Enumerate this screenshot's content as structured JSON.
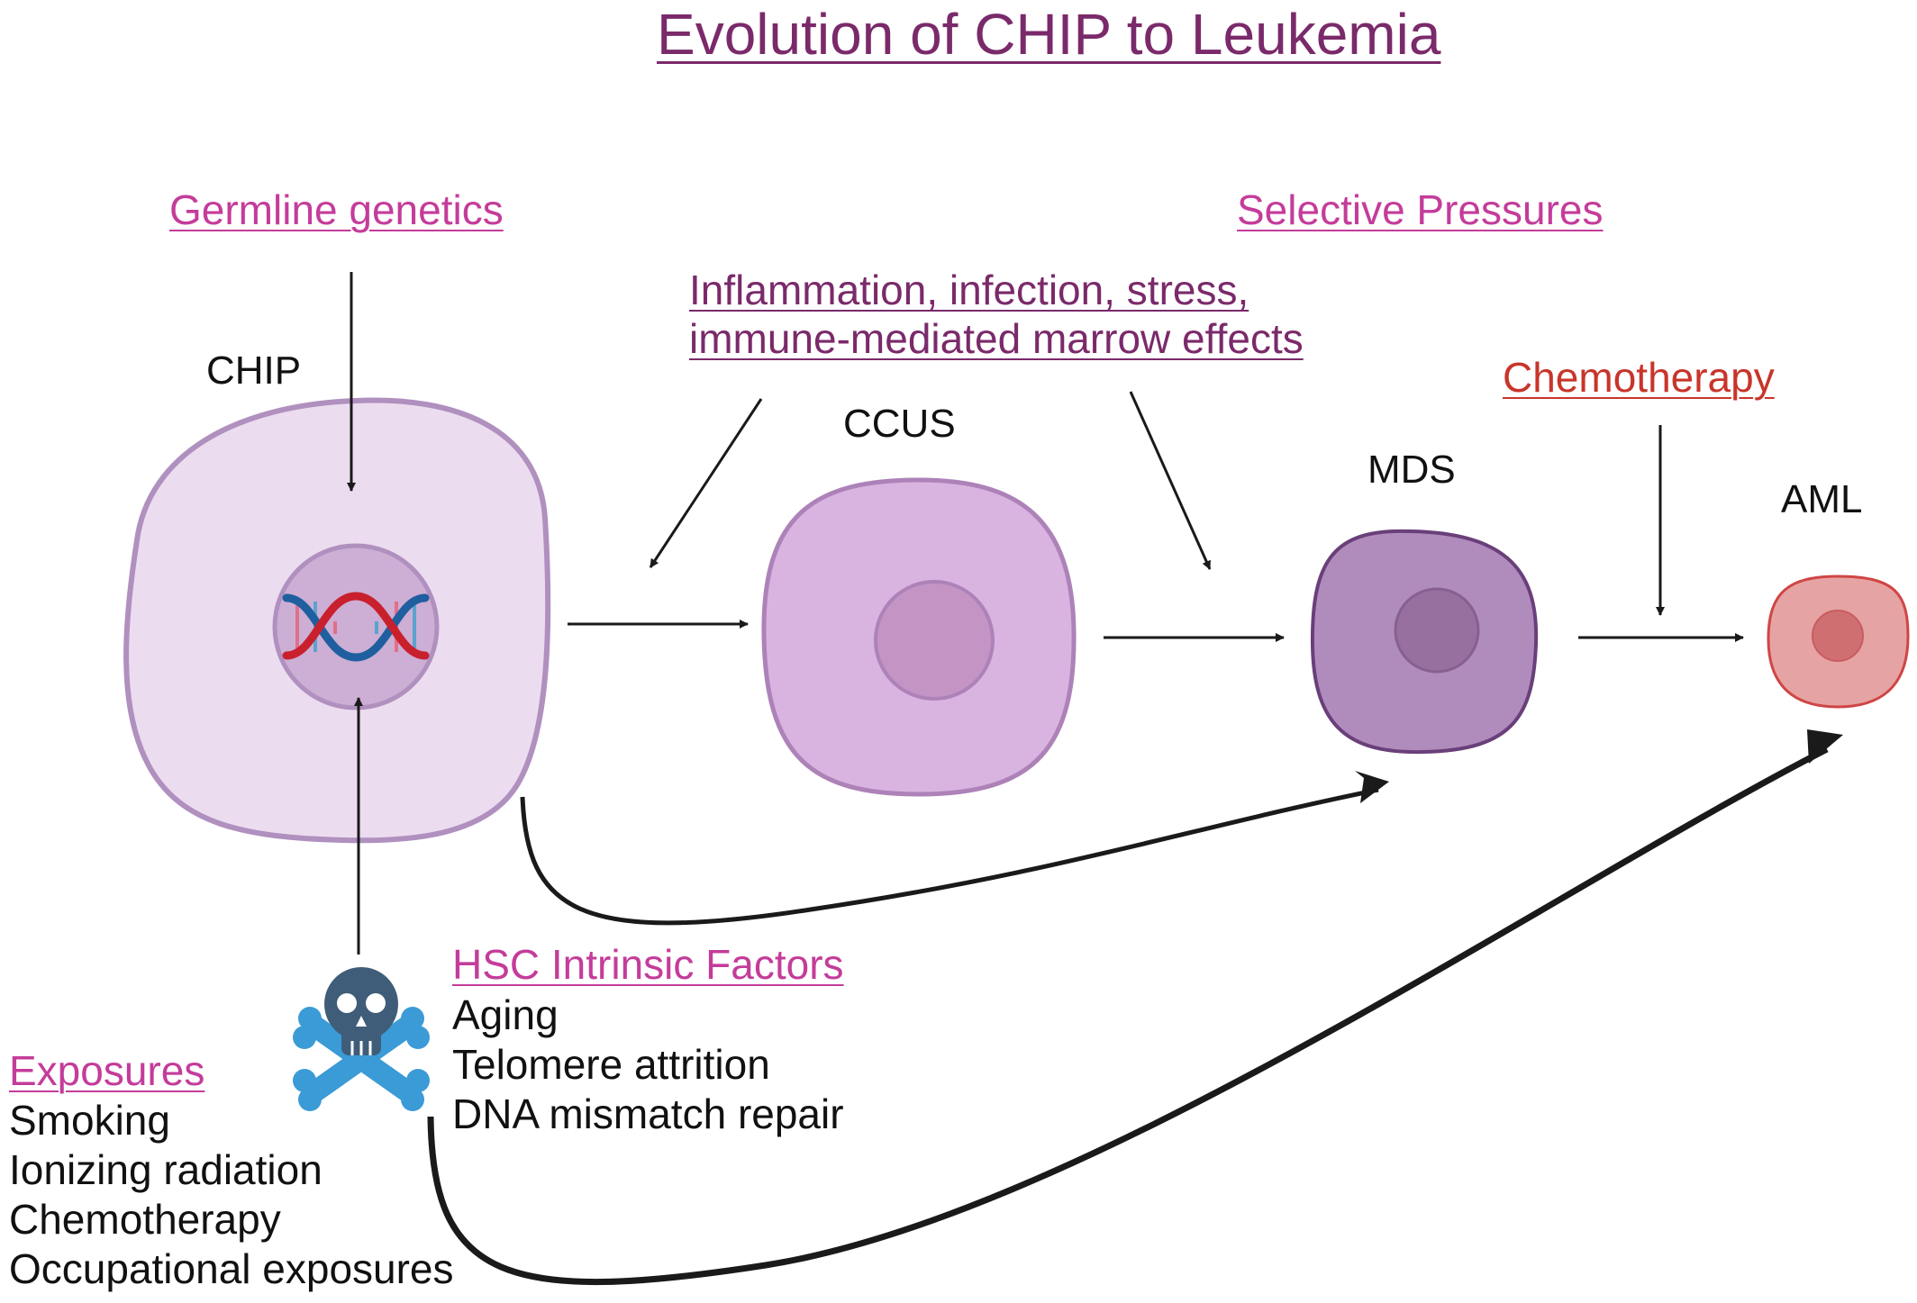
{
  "title": "Evolution of CHIP to Leukemia",
  "influences": {
    "germline": "Germline genetics",
    "selective": "Selective Pressures",
    "inflammation_line1": "Inflammation, infection, stress,",
    "inflammation_line2": "immune-mediated marrow effects",
    "chemotherapy": "Chemotherapy"
  },
  "stages": {
    "chip": "CHIP",
    "ccus": "CCUS",
    "mds": "MDS",
    "aml": "AML"
  },
  "hsc_intrinsic": {
    "heading": "HSC Intrinsic Factors",
    "items": [
      "Aging",
      "Telomere attrition",
      "DNA mismatch repair"
    ]
  },
  "exposures": {
    "heading": "Exposures",
    "items": [
      "Smoking",
      "Ionizing radiation",
      "Chemotherapy",
      "Occupational exposures"
    ]
  },
  "colors": {
    "title": "#7a2a6a",
    "pink_heading": "#c43c9a",
    "chemo_heading": "#c8352a",
    "chip_cell": "#ecdcef",
    "ccus_cell": "#d9b4e0",
    "mds_cell": "#b08cbd",
    "aml_cell": "#e6a3a3",
    "skull": "#3f5d78",
    "bones": "#3b9bd6"
  }
}
